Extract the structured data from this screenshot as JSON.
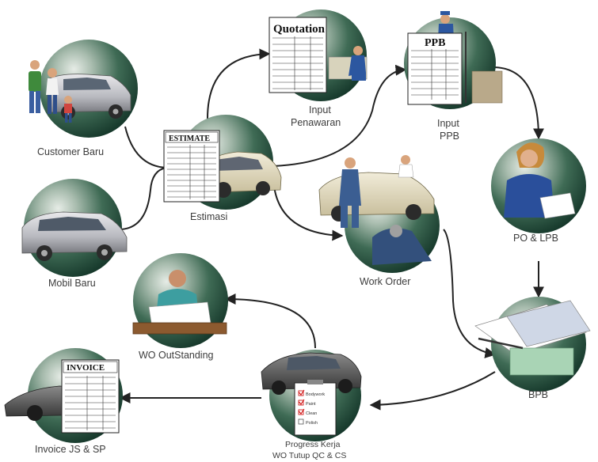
{
  "nodes": {
    "customer_baru": {
      "label": "Customer Baru"
    },
    "mobil_baru": {
      "label": "Mobil Baru"
    },
    "estimasi": {
      "label": "Estimasi",
      "doc_title": "ESTIMATE"
    },
    "input_penawaran": {
      "label_line1": "Input",
      "label_line2": "Penawaran",
      "doc_title": "Quotation"
    },
    "input_ppb": {
      "label_line1": "Input",
      "label_line2": "PPB",
      "doc_title": "PPB"
    },
    "po_lpb": {
      "label": "PO & LPB"
    },
    "work_order": {
      "label": "Work Order"
    },
    "bpb": {
      "label": "BPB"
    },
    "wo_outstanding": {
      "label": "WO OutStanding"
    },
    "progress_kerja": {
      "label_line1": "Progress Kerja",
      "label_line2": "WO Tutup QC & CS",
      "checklist": [
        "Bodywork",
        "Paint",
        "Clean",
        "Polish"
      ]
    },
    "invoice": {
      "label": "Invoice JS & SP",
      "doc_title": "INVOICE"
    }
  },
  "colors": {
    "circle_light": "#c8d4c8",
    "circle_dark": "#1d4a36",
    "arrow": "#222222",
    "label": "#3c3c3c"
  }
}
